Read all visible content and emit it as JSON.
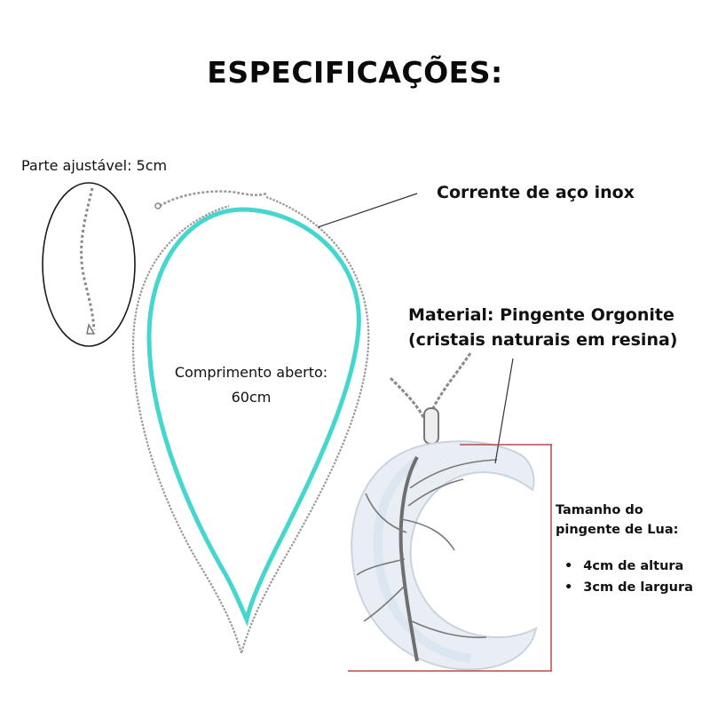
{
  "title": "ESPECIFICAÇÕES:",
  "adjustable_label": "Parte ajustável: 5cm",
  "chain_label": "Corrente de aço inox",
  "material": {
    "line1": "Material: Pingente Orgonite",
    "line2": "(cristais naturais em resina)"
  },
  "length": {
    "line1": "Comprimento aberto:",
    "line2": "60cm"
  },
  "pendant_size": {
    "title_line1": "Tamanho do",
    "title_line2": "pingente de Lua:",
    "items": [
      "4cm de altura",
      "3cm de largura"
    ]
  },
  "colors": {
    "outline_cyan": "#45d6cf",
    "chain_gray": "#9a9a9a",
    "measure_red": "#b84a4a",
    "text": "#111111"
  }
}
